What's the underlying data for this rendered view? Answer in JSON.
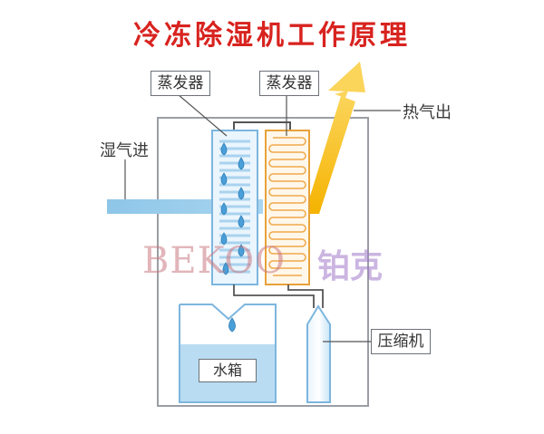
{
  "title": "冷冻除湿机工作原理",
  "labels": {
    "evaporator_left": "蒸发器",
    "evaporator_right": "蒸发器",
    "humid_air_in": "湿气进",
    "hot_air_out": "热气出",
    "compressor": "压缩机",
    "water_tank": "水箱"
  },
  "watermark": {
    "latin": "BEKOO",
    "chinese": "铂克"
  },
  "colors": {
    "title": "#d8231f",
    "cold_flow": "#8ec6e8",
    "hot_flow": "#f2b418",
    "water": "#b9dcf2",
    "frame": "#9a9ea4"
  }
}
